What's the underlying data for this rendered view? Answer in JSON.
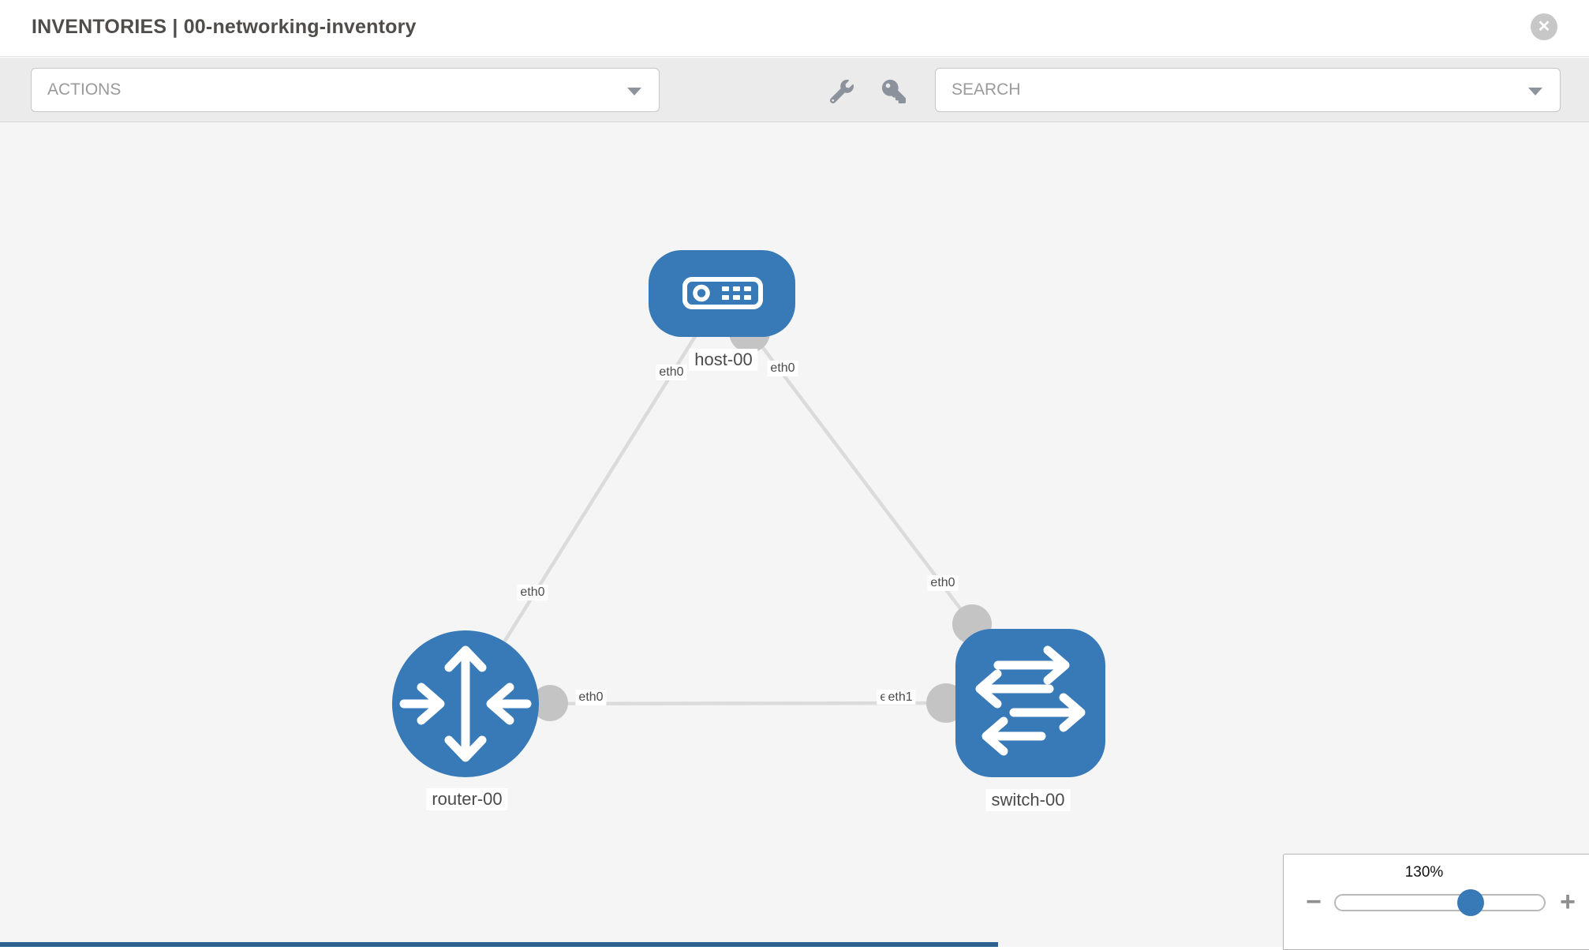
{
  "header": {
    "title": "INVENTORIES | 00-networking-inventory",
    "close_icon": "close-circle-icon",
    "close_glyph": "✕"
  },
  "toolbar": {
    "actions_label": "ACTIONS",
    "search_placeholder": "SEARCH",
    "wrench_icon": "wrench-icon",
    "key_icon": "key-icon",
    "caret_icon": "caret-down-icon"
  },
  "topology": {
    "nodes": [
      {
        "id": "host-00",
        "label": "host-00",
        "type": "host",
        "icon": "host-icon"
      },
      {
        "id": "router-00",
        "label": "router-00",
        "type": "router",
        "icon": "router-icon"
      },
      {
        "id": "switch-00",
        "label": "switch-00",
        "type": "switch",
        "icon": "switch-icon"
      }
    ],
    "links": [
      {
        "source": "host-00",
        "target": "router-00",
        "source_interface": "eth0",
        "target_interface": "eth0"
      },
      {
        "source": "host-00",
        "target": "switch-00",
        "source_interface": "eth0",
        "target_interface": "eth0"
      },
      {
        "source": "router-00",
        "target": "switch-00",
        "source_interface": "eth0",
        "target_interfaces": [
          "eth0",
          "eth1"
        ]
      }
    ]
  },
  "zoom_control": {
    "level": "130%",
    "zoom_out_label": "−",
    "zoom_in_label": "+"
  },
  "colors": {
    "node_blue": "#377ab7",
    "link_gray": "#dbdbdb",
    "connector_gray": "#c4c4c4",
    "toolbar_gray": "#ebebeb",
    "canvas_gray": "#f5f5f5",
    "footer_accent_blue": "#2c6190"
  }
}
